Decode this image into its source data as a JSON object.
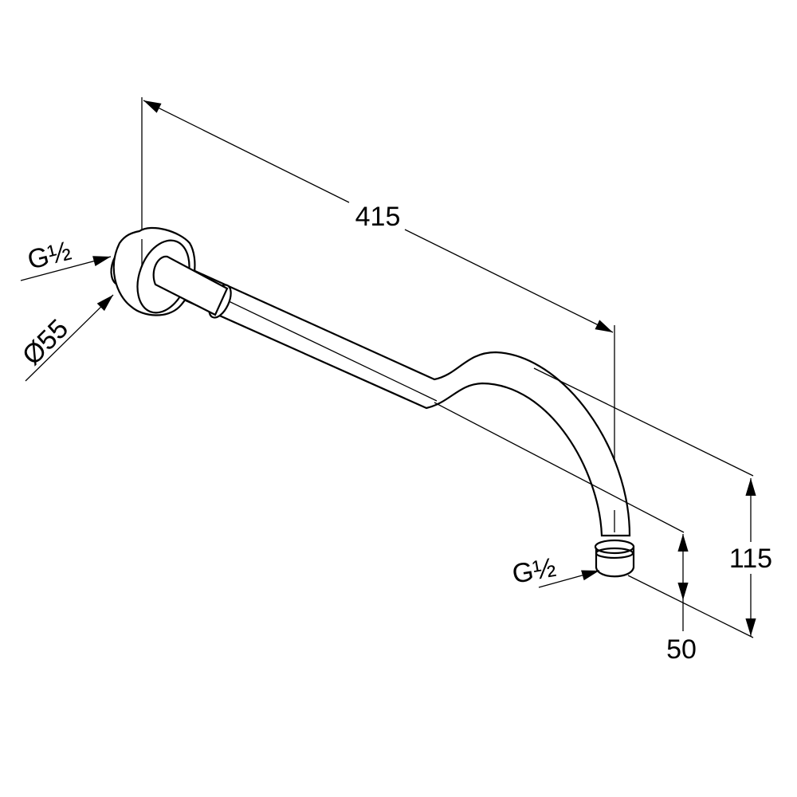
{
  "dimensions": {
    "length": "415",
    "height_total": "115",
    "height_outlet": "50",
    "flange_diameter": "Ø55",
    "thread_inlet": "G½",
    "thread_outlet": "G½"
  }
}
